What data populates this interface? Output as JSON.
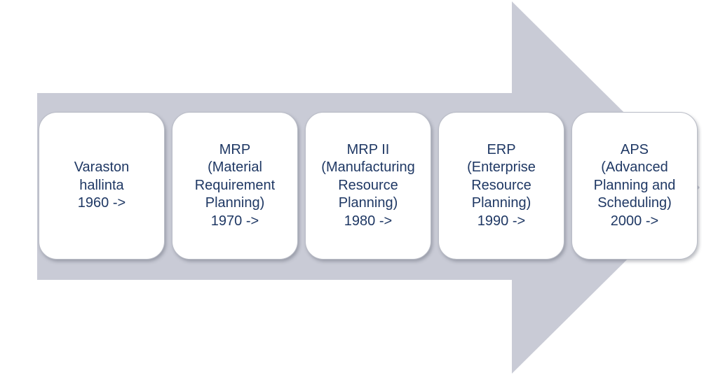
{
  "colors": {
    "arrow_fill": "#c9cbd6",
    "box_fill": "#ffffff",
    "text": "#1f3864"
  },
  "stages": [
    {
      "lines": [
        "Varaston",
        "hallinta",
        "1960 ->"
      ]
    },
    {
      "lines": [
        "MRP",
        "(Material",
        "Requirement",
        "Planning)",
        "1970 ->"
      ]
    },
    {
      "lines": [
        "MRP II",
        "(Manufacturing",
        "Resource",
        "Planning)",
        "1980 ->"
      ]
    },
    {
      "lines": [
        "ERP",
        "(Enterprise",
        "Resource",
        "Planning)",
        "1990 ->"
      ]
    },
    {
      "lines": [
        "APS",
        "(Advanced",
        "Planning and",
        "Scheduling)",
        "2000 ->"
      ]
    }
  ]
}
